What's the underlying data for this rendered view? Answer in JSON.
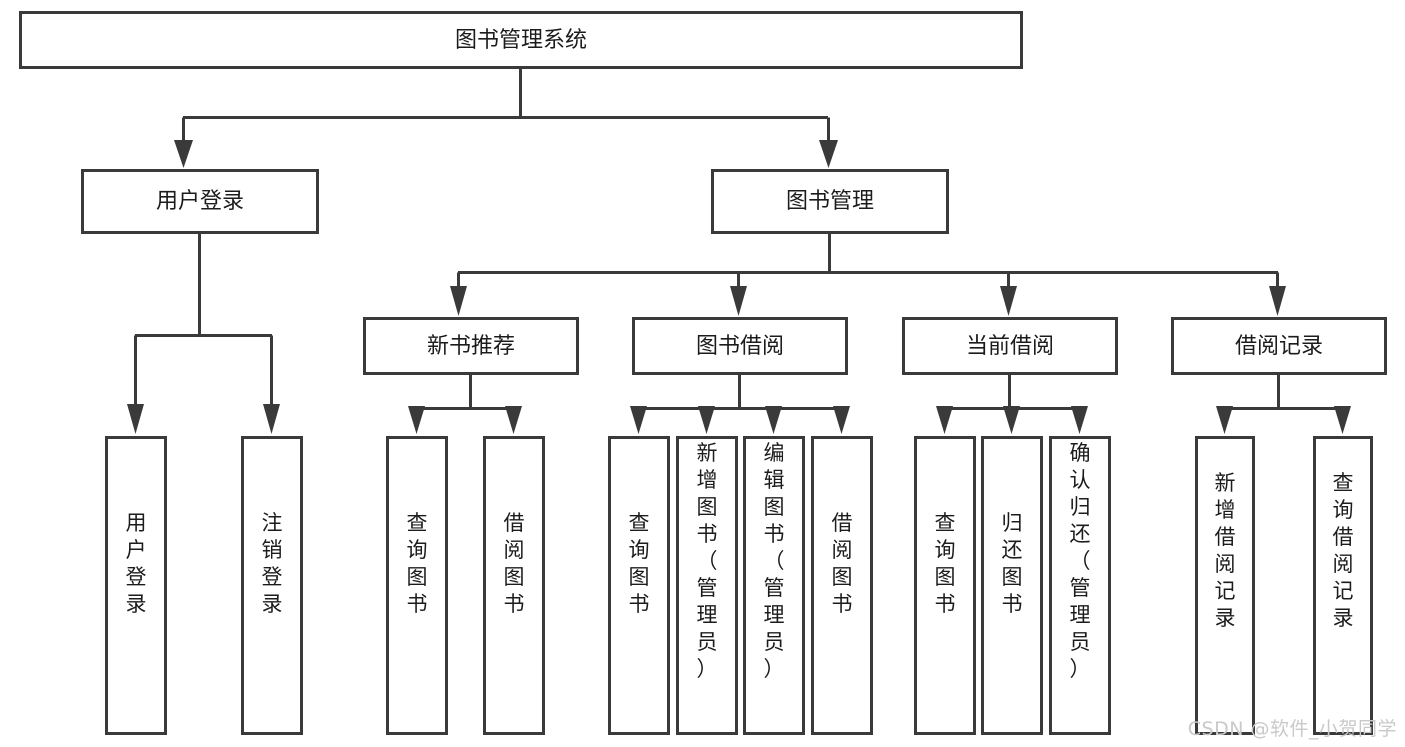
{
  "diagram": {
    "type": "tree",
    "title": "图书管理系统",
    "watermark": "CSDN @软件_小贺同学",
    "colors": {
      "stroke": "#3a3a3a",
      "box_fill": "#ffffff",
      "text": "#1c1c1c",
      "background": "#ffffff",
      "watermark": "#c9c9c9"
    },
    "root": {
      "label": "图书管理系统",
      "orientation": "horizontal"
    },
    "level2": [
      {
        "label": "用户登录",
        "orientation": "horizontal"
      },
      {
        "label": "图书管理",
        "orientation": "horizontal"
      }
    ],
    "level3": [
      {
        "label": "新书推荐",
        "orientation": "horizontal"
      },
      {
        "label": "图书借阅",
        "orientation": "horizontal"
      },
      {
        "label": "当前借阅",
        "orientation": "horizontal"
      },
      {
        "label": "借阅记录",
        "orientation": "horizontal"
      }
    ],
    "leaves": {
      "user_login": [
        {
          "label": "用户登录",
          "orientation": "vertical"
        },
        {
          "label": "注销登录",
          "orientation": "vertical"
        }
      ],
      "new_book_recommend": [
        {
          "label": "查询图书",
          "orientation": "vertical"
        },
        {
          "label": "借阅图书",
          "orientation": "vertical"
        }
      ],
      "book_borrow": [
        {
          "label": "查询图书",
          "orientation": "vertical"
        },
        {
          "label": "新增图书（管理员）",
          "orientation": "vertical"
        },
        {
          "label": "编辑图书（管理员）",
          "orientation": "vertical"
        },
        {
          "label": "借阅图书",
          "orientation": "vertical"
        }
      ],
      "current_borrow": [
        {
          "label": "查询图书",
          "orientation": "vertical"
        },
        {
          "label": "归还图书",
          "orientation": "vertical"
        },
        {
          "label": "确认归还（管理员）",
          "orientation": "vertical"
        }
      ],
      "borrow_record": [
        {
          "label": "新增借阅记录",
          "orientation": "vertical"
        },
        {
          "label": "查询借阅记录",
          "orientation": "vertical"
        }
      ]
    }
  }
}
